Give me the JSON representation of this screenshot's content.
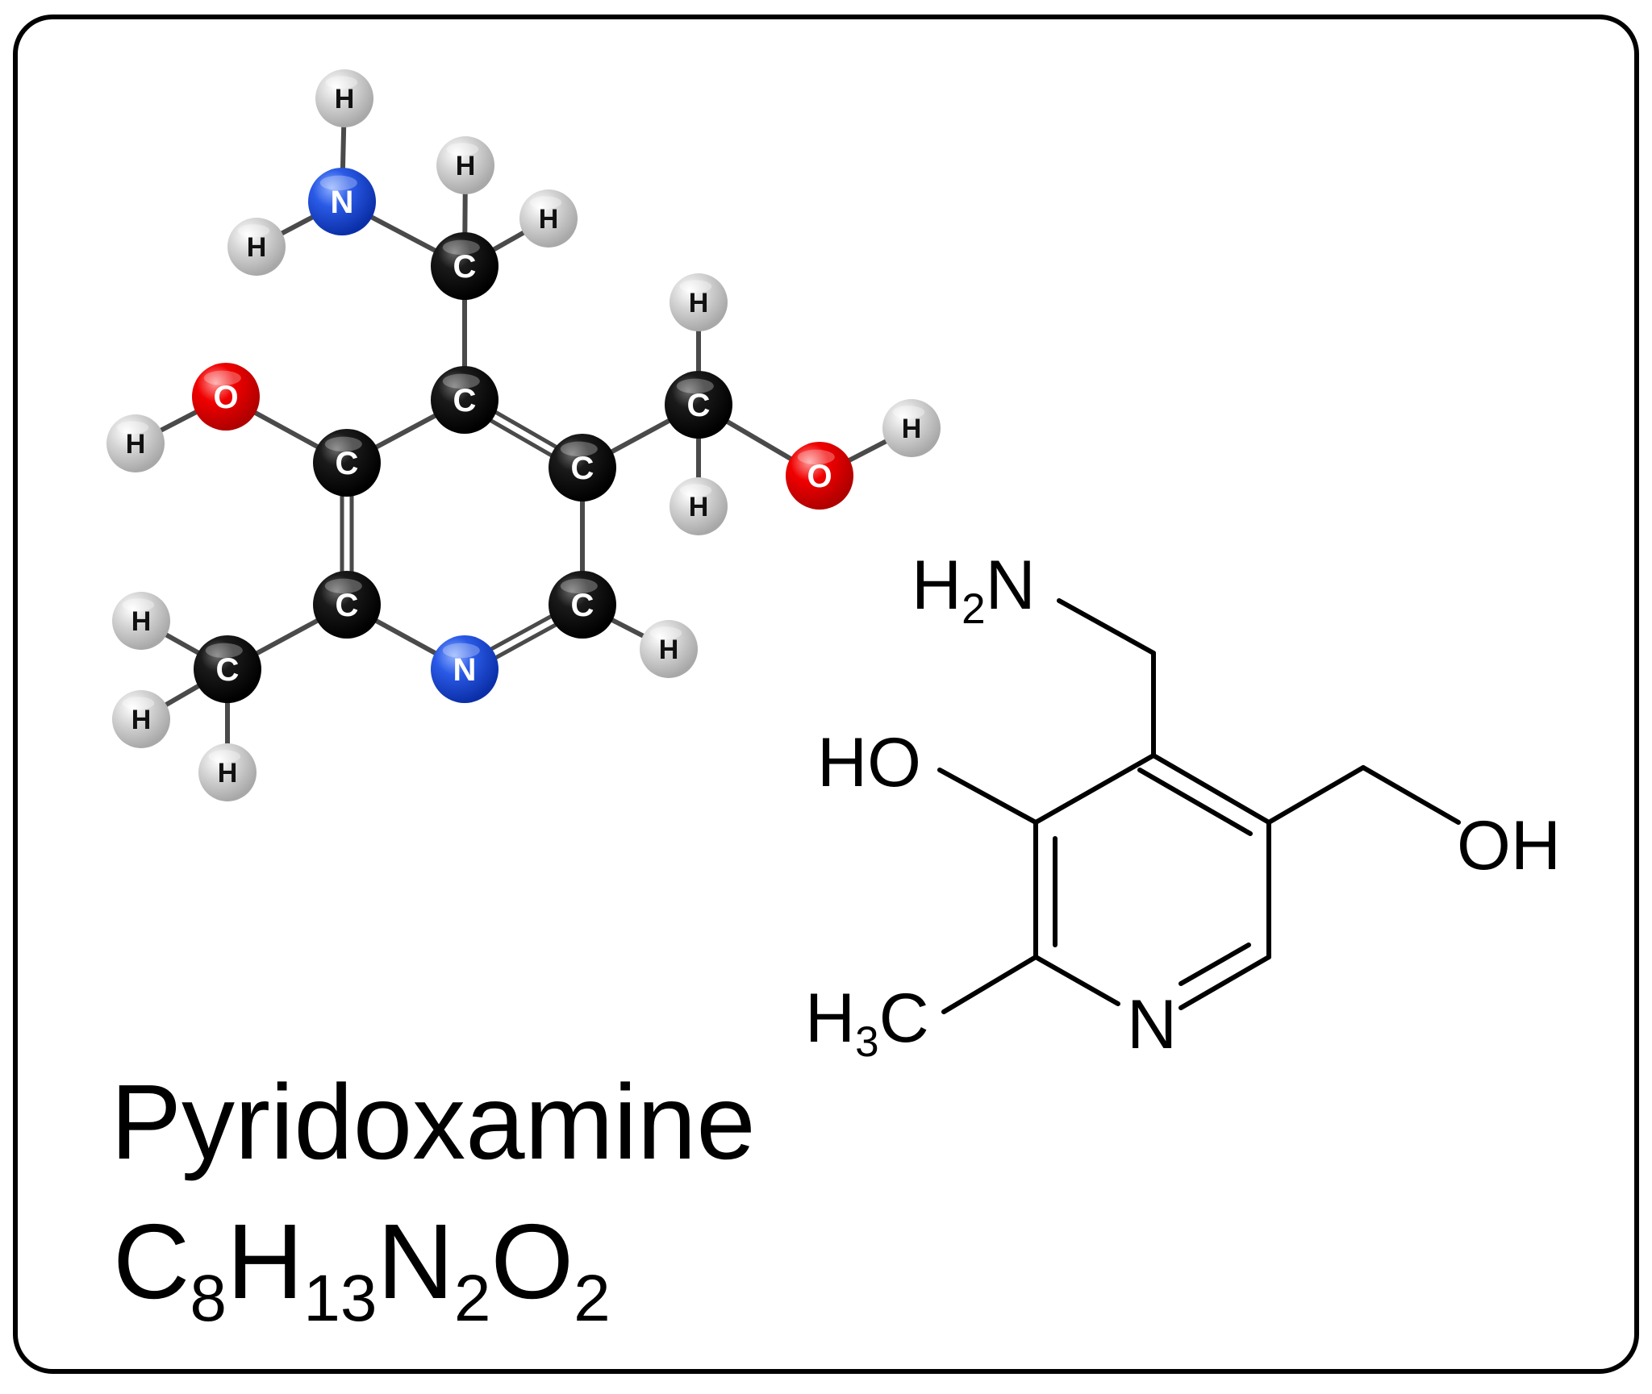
{
  "compound": {
    "name": "Pyridoxamine",
    "formula_parts": [
      {
        "t": "C",
        "sub": false
      },
      {
        "t": "8",
        "sub": true
      },
      {
        "t": "H",
        "sub": false
      },
      {
        "t": "13",
        "sub": true
      },
      {
        "t": "N",
        "sub": false
      },
      {
        "t": "2",
        "sub": true
      },
      {
        "t": "O",
        "sub": false
      },
      {
        "t": "2",
        "sub": true
      }
    ]
  },
  "colors": {
    "carbon": "#000000",
    "hydrogen": "#cfcfcf",
    "nitrogen": "#1a4fd6",
    "oxygen": "#e00000",
    "bond": "#4a4a4a",
    "frame": "#000000"
  },
  "ball_and_stick": {
    "atoms": [
      {
        "id": "H1",
        "el": "H"
      },
      {
        "id": "N1",
        "el": "N"
      },
      {
        "id": "H2",
        "el": "H"
      },
      {
        "id": "H3",
        "el": "H"
      },
      {
        "id": "H4",
        "el": "H"
      },
      {
        "id": "C1",
        "el": "C"
      },
      {
        "id": "H5",
        "el": "H"
      },
      {
        "id": "O1",
        "el": "O"
      },
      {
        "id": "H6",
        "el": "H"
      },
      {
        "id": "C2",
        "el": "C"
      },
      {
        "id": "C3",
        "el": "C"
      },
      {
        "id": "C4",
        "el": "C"
      },
      {
        "id": "C5",
        "el": "C"
      },
      {
        "id": "H7",
        "el": "H"
      },
      {
        "id": "H8",
        "el": "H"
      },
      {
        "id": "O2",
        "el": "O"
      },
      {
        "id": "H9",
        "el": "H"
      },
      {
        "id": "C6",
        "el": "C"
      },
      {
        "id": "C7",
        "el": "C"
      },
      {
        "id": "N2",
        "el": "N"
      },
      {
        "id": "H10",
        "el": "H"
      },
      {
        "id": "C8",
        "el": "C"
      },
      {
        "id": "H11",
        "el": "H"
      },
      {
        "id": "H12",
        "el": "H"
      },
      {
        "id": "H13",
        "el": "H"
      }
    ],
    "bonds": [
      {
        "a": "H1",
        "b": "N1",
        "order": 1
      },
      {
        "a": "H2",
        "b": "N1",
        "order": 1
      },
      {
        "a": "N1",
        "b": "C1",
        "order": 1
      },
      {
        "a": "H3",
        "b": "C1",
        "order": 1
      },
      {
        "a": "H4",
        "b": "C1",
        "order": 1
      },
      {
        "a": "C1",
        "b": "C3",
        "order": 1
      },
      {
        "a": "H5",
        "b": "O1",
        "order": 1
      },
      {
        "a": "O1",
        "b": "C2",
        "order": 1
      },
      {
        "a": "C2",
        "b": "C3",
        "order": 1
      },
      {
        "a": "C3",
        "b": "C4",
        "order": 2
      },
      {
        "a": "C4",
        "b": "C5",
        "order": 1
      },
      {
        "a": "H6",
        "b": "C5",
        "order": 1
      },
      {
        "a": "H7",
        "b": "C5",
        "order": 1
      },
      {
        "a": "C5",
        "b": "O2",
        "order": 1
      },
      {
        "a": "O2",
        "b": "H8",
        "order": 1
      },
      {
        "a": "C2",
        "b": "C6",
        "order": 2
      },
      {
        "a": "C4",
        "b": "C7",
        "order": 1
      },
      {
        "a": "C6",
        "b": "N2",
        "order": 1
      },
      {
        "a": "N2",
        "b": "C7",
        "order": 2
      },
      {
        "a": "C7",
        "b": "H9",
        "order": 1
      },
      {
        "a": "C6",
        "b": "C8",
        "order": 1
      },
      {
        "a": "H10",
        "b": "C8",
        "order": 1
      },
      {
        "a": "H11",
        "b": "C8",
        "order": 1
      },
      {
        "a": "H12",
        "b": "C8",
        "order": 1
      }
    ]
  },
  "skeletal": {
    "labels": [
      {
        "id": "nh2",
        "parts": [
          {
            "t": "H",
            "sub": false
          },
          {
            "t": "2",
            "sub": true
          },
          {
            "t": "N",
            "sub": false
          }
        ]
      },
      {
        "id": "ho",
        "parts": [
          {
            "t": "HO",
            "sub": false
          }
        ]
      },
      {
        "id": "oh",
        "parts": [
          {
            "t": "OH",
            "sub": false
          }
        ]
      },
      {
        "id": "h3c",
        "parts": [
          {
            "t": "H",
            "sub": false
          },
          {
            "t": "3",
            "sub": true
          },
          {
            "t": "C",
            "sub": false
          }
        ]
      },
      {
        "id": "n",
        "parts": [
          {
            "t": "N",
            "sub": false
          }
        ]
      }
    ]
  }
}
